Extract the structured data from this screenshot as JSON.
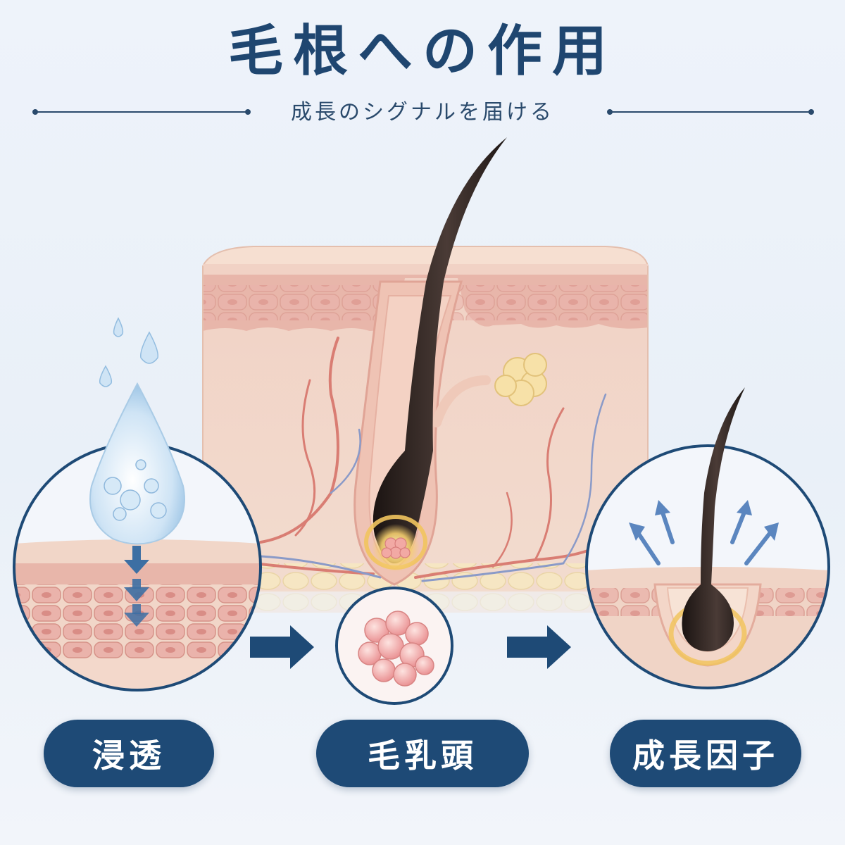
{
  "header": {
    "title": "毛根への作用",
    "subtitle": "成長のシグナルを届ける"
  },
  "steps": [
    {
      "label": "浸透"
    },
    {
      "label": "毛乳頭"
    },
    {
      "label": "成長因子"
    }
  ],
  "colors": {
    "navy": "#1e4a76",
    "title": "#1f4670",
    "skin": "#f3d6c8",
    "dermis": "#ecc2b4",
    "hair": "#2b211e",
    "papilla": "#f0a6a4",
    "glow": "#f7d27a",
    "water": "#bcd9ef"
  }
}
